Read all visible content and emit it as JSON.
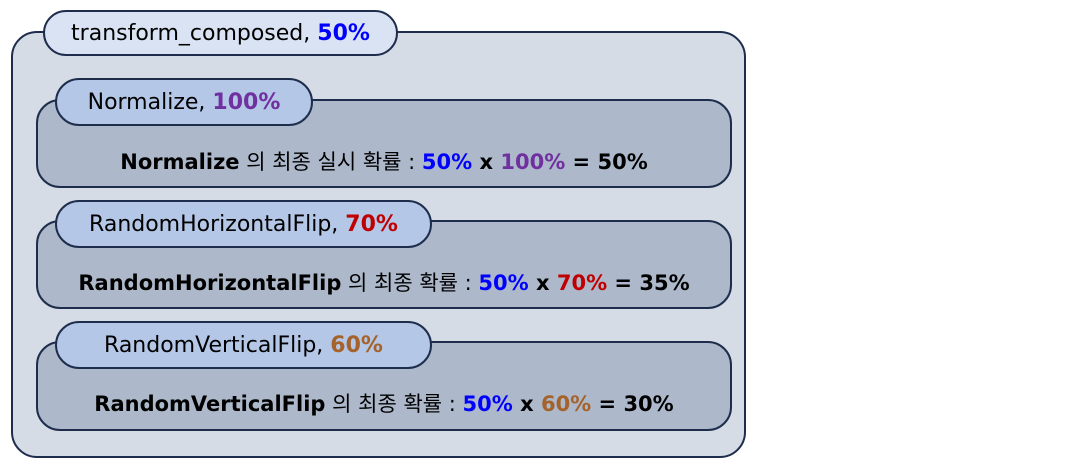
{
  "outer": {
    "name": "transform_composed,",
    "pct": "50%"
  },
  "items": [
    {
      "tab_name": "Normalize,",
      "tab_pct": "100%",
      "line_name": "Normalize",
      "line_text": " 의 최종 실시 확률 : ",
      "p1": "50%",
      "x": " x ",
      "p2": "100%",
      "eq": " = ",
      "result": "50%"
    },
    {
      "tab_name": "RandomHorizontalFlip,",
      "tab_pct": "70%",
      "line_name": "RandomHorizontalFlip",
      "line_text": " 의 최종 확률 : ",
      "p1": "50%",
      "x": " x ",
      "p2": "70%",
      "eq": " = ",
      "result": "35%"
    },
    {
      "tab_name": "RandomVerticalFlip,",
      "tab_pct": "60%",
      "line_name": "RandomVerticalFlip",
      "line_text": " 의 최종 확률 : ",
      "p1": "50%",
      "x": " x ",
      "p2": "60%",
      "eq": " = ",
      "result": "30%"
    }
  ],
  "colors": {
    "outer_pct": "#0000ff",
    "normalize": "#7030a0",
    "horizontal": "#c00000",
    "vertical": "#a5622a"
  }
}
